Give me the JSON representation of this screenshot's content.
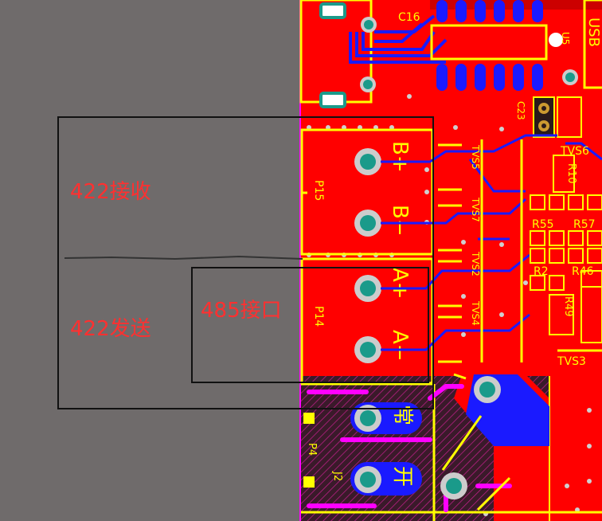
{
  "colors": {
    "background": "#6f6b6b",
    "copper": "#ff0000",
    "trace_bottom": "#1a1aff",
    "silkscreen": "#ffff00",
    "pad": "#1a9a8a",
    "keepout": "#ff00ff",
    "annotation_text": "#ff3030",
    "annotation_box": "#000000"
  },
  "components": {
    "c16": "C16",
    "u5": "U5",
    "usb": "USB",
    "c23": "C23",
    "tvs6": "TVS6",
    "tvs5": "TVS5",
    "tvs7": "TVS7",
    "tvs2": "TVS2",
    "tvs4": "TVS4",
    "tvs3": "TVS3",
    "r10": "R10",
    "r55": "R55",
    "r57": "R57",
    "r2": "R2",
    "r46": "R46",
    "r49": "R49",
    "p15": "P15",
    "p14": "P14",
    "p4": "P4",
    "j2": "J2"
  },
  "pins": {
    "b_plus": "B+",
    "b_minus": "B−",
    "a_plus": "A+",
    "a_minus": "A−",
    "chang": "常",
    "kai": "开"
  },
  "annotations": {
    "rx_422": "422接收",
    "tx_422": "422发送",
    "port_485": "485接口"
  }
}
